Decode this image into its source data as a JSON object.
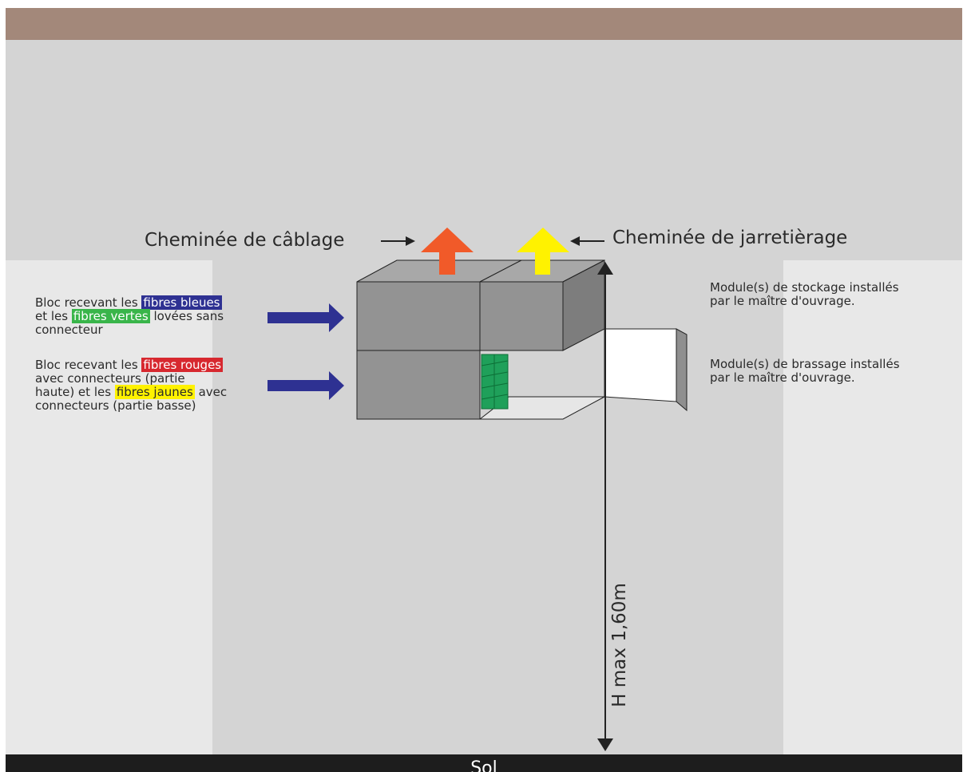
{
  "labels": {
    "cheminee_cablage": "Cheminée de câblage",
    "cheminee_jarretierage": "Cheminée de jarretièrage",
    "h_max": "H max 1,60m",
    "sol": "Sol"
  },
  "left_text": {
    "bloc1": {
      "line1_pre": "Bloc recevant les ",
      "fibres_bleues": "fibres bleues",
      "line2_pre": "et les ",
      "fibres_vertes": "fibres vertes",
      "line2_post": " lovées sans",
      "line3": "connecteur"
    },
    "bloc2": {
      "line1_pre": "Bloc recevant les ",
      "fibres_rouges": "fibres rouges",
      "line2": "avec connecteurs (partie",
      "line3_pre": "haute) et les ",
      "fibres_jaunes": "fibres jaunes",
      "line3_post": " avec",
      "line4": "connecteurs (partie basse)"
    }
  },
  "right_text": {
    "stockage_line1": "Module(s) de stockage installés",
    "stockage_line2": "par le maître d'ouvrage.",
    "brassage_line1": "Module(s) de brassage installés",
    "brassage_line2": "par le maître d'ouvrage."
  },
  "colors": {
    "ceiling": "#a3887a",
    "wall": "#d4d4d4",
    "side_panels": "#e8e8e8",
    "box_front": "#939393",
    "floor_bar": "#1d1d1d",
    "arrow_blue": "#2e3192",
    "arrow_orange": "#f15a29",
    "arrow_yellow": "#fff200",
    "connector_green": "#1fa05a"
  }
}
